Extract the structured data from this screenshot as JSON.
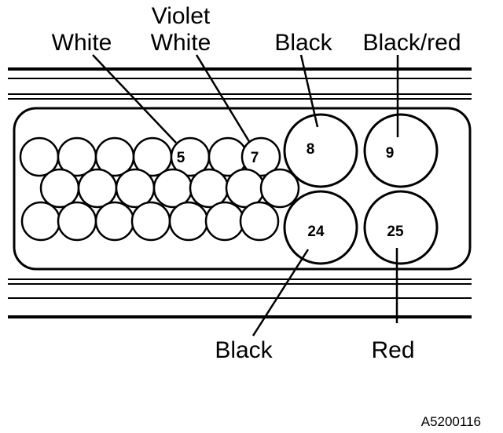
{
  "diagram": {
    "labels": {
      "white_left": "White",
      "violet": "Violet",
      "white_right": "White",
      "black_top": "Black",
      "black_red": "Black/red",
      "black_bottom": "Black",
      "red": "Red"
    },
    "pins": {
      "p5": "5",
      "p7": "7",
      "p8": "8",
      "p9": "9",
      "p24": "24",
      "p25": "25"
    },
    "reference": "A5200116"
  }
}
